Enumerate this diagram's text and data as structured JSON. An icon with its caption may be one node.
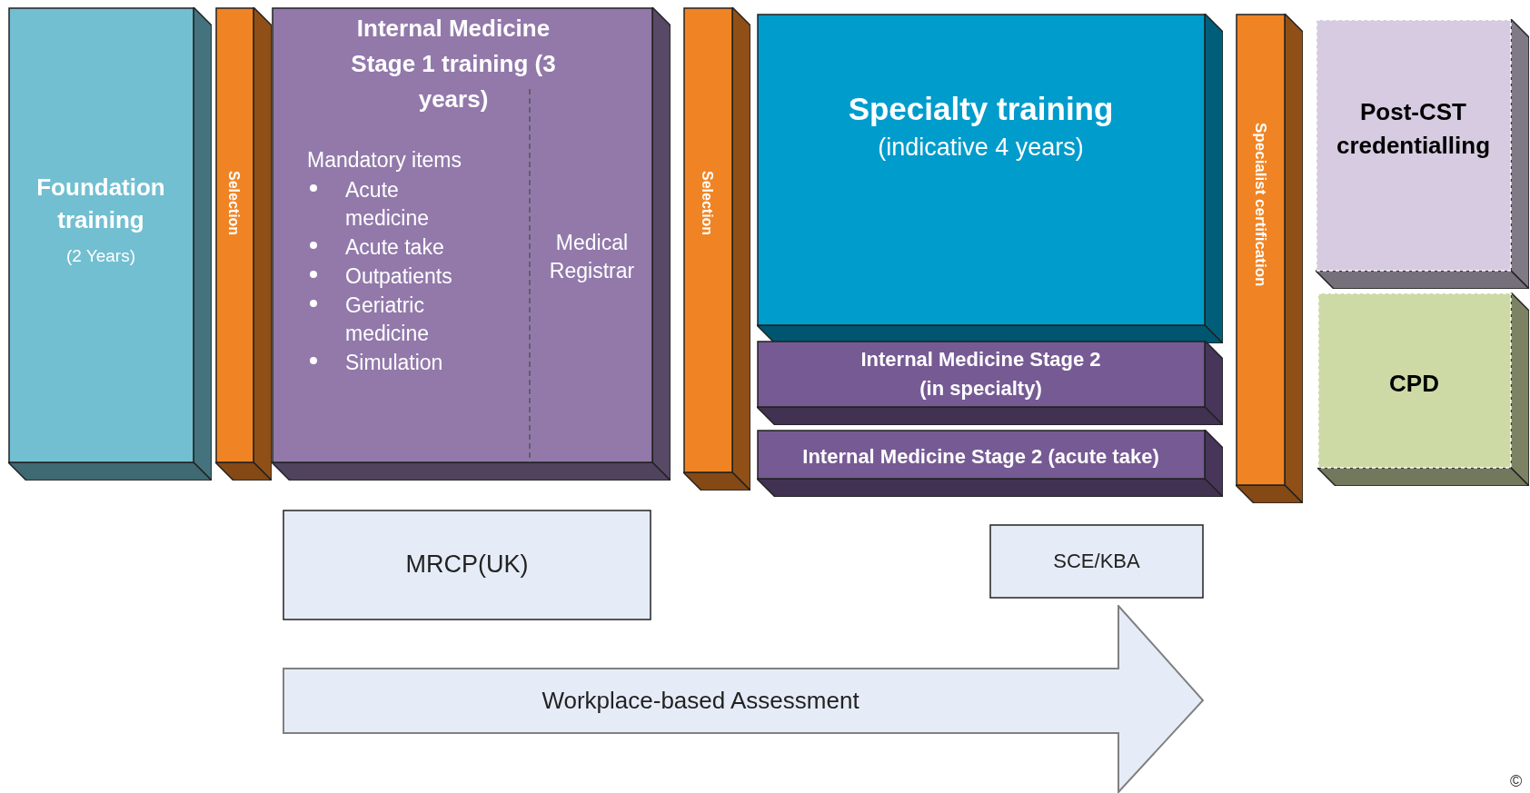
{
  "diagram": {
    "nodes": [
      {
        "text": [
          "Foundation training",
          "(2 Years)"
        ]
      },
      {
        "text": [
          "Selection"
        ]
      },
      {
        "text": [
          "Internal Medicine Stage 1 training (3 years)",
          "Mandatory items",
          "Acute medicine",
          "Acute take",
          "Outpatients",
          "Geriatric medicine",
          "Simulation",
          "Medical Registrar"
        ]
      },
      {
        "text": [
          "Selection"
        ]
      },
      {
        "text": [
          "Specialty training",
          "(indicative 4 years)"
        ]
      },
      {
        "text": [
          "Internal Medicine Stage 2 (in specialty)"
        ]
      },
      {
        "text": [
          "Internal Medicine Stage 2 (acute take)"
        ]
      },
      {
        "text": [
          "Specialist certification"
        ]
      },
      {
        "text": [
          "Post-CST credentialling"
        ]
      },
      {
        "text": [
          "CPD"
        ]
      },
      {
        "text": [
          "MRCP(UK)"
        ]
      },
      {
        "text": [
          "SCE/KBA"
        ]
      },
      {
        "text": [
          "Workplace-based Assessment"
        ]
      }
    ],
    "edges": [],
    "labels": [
      "©"
    ]
  }
}
